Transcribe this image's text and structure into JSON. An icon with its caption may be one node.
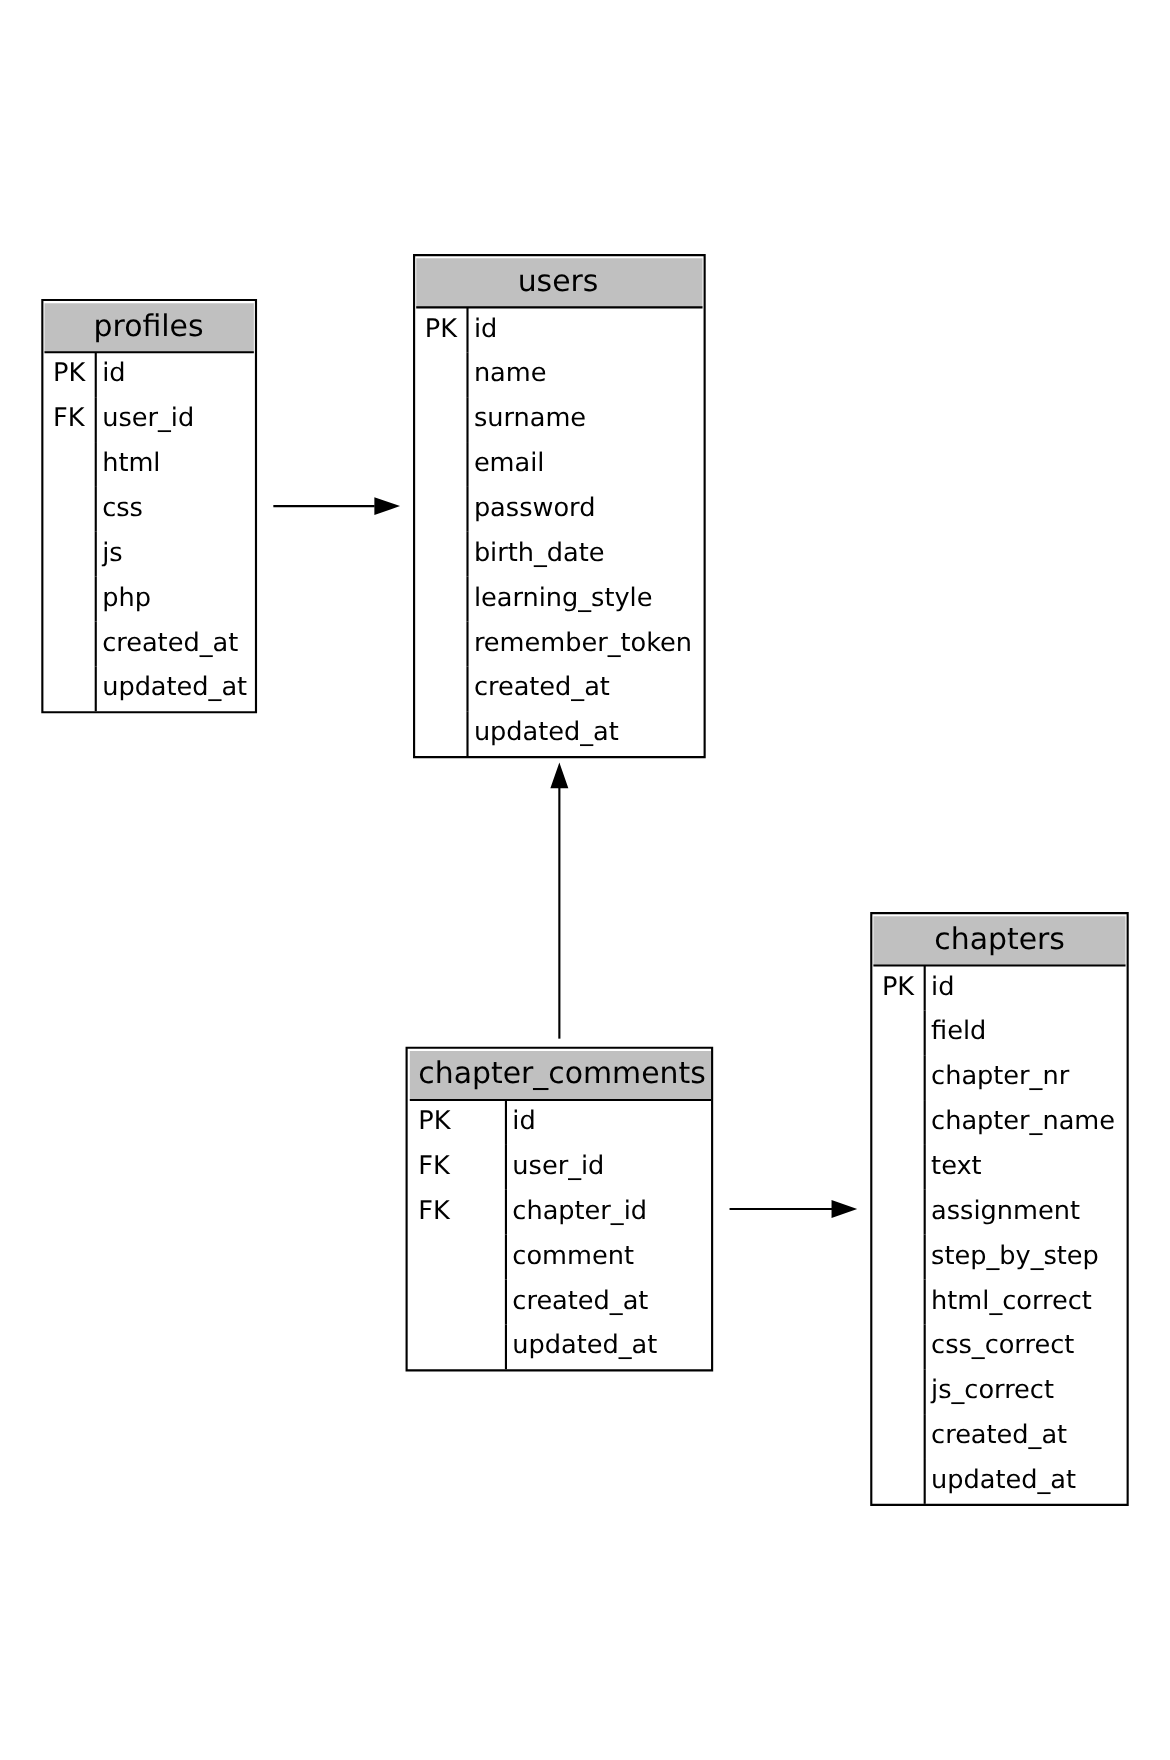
{
  "diagram": {
    "nodes": [
      {
        "text": [
          "profiles",
          "PK",
          "id",
          "FK",
          "user_id",
          "html",
          "css",
          "js",
          "php",
          "created_at",
          "updated_at"
        ]
      },
      {
        "text": [
          "users",
          "PK",
          "id",
          "name",
          "surname",
          "email",
          "password",
          "birth_date",
          "learning_style",
          "remember_token",
          "created_at",
          "updated_at"
        ]
      },
      {
        "text": [
          "chapters",
          "PK",
          "id",
          "field",
          "chapter_nr",
          "chapter_name",
          "text",
          "assignment",
          "step_by_step",
          "html_correct",
          "css_correct",
          "js_correct",
          "created_at",
          "updated_at"
        ]
      },
      {
        "text": [
          "chapter_comments",
          "PK",
          "id",
          "FK",
          "user_id",
          "FK",
          "chapter_id",
          "comment",
          "created_at",
          "updated_at"
        ]
      }
    ],
    "edges": [
      {
        "from": 0,
        "to": 1,
        "arrow": "to"
      },
      {
        "from": 3,
        "to": 1,
        "arrow": "to"
      },
      {
        "from": 3,
        "to": 2,
        "arrow": "to"
      }
    ]
  }
}
